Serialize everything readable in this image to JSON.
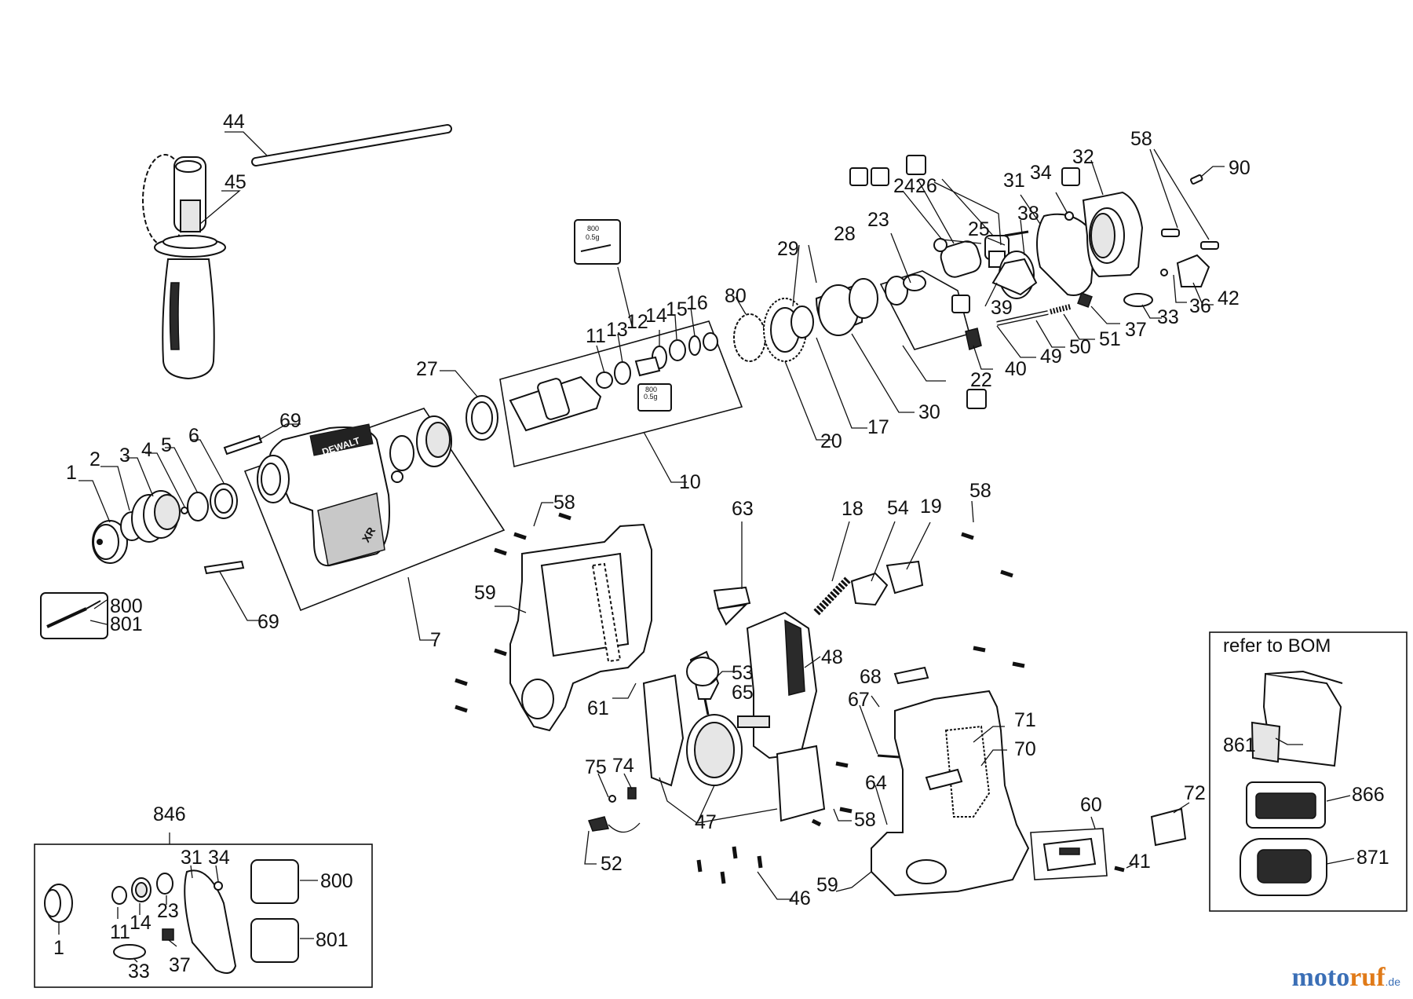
{
  "labels": [
    {
      "id": "44",
      "text": "44"
    },
    {
      "id": "45",
      "text": "45"
    },
    {
      "id": "1",
      "text": "1"
    },
    {
      "id": "2",
      "text": "2"
    },
    {
      "id": "3",
      "text": "3"
    },
    {
      "id": "4",
      "text": "4"
    },
    {
      "id": "5",
      "text": "5"
    },
    {
      "id": "6",
      "text": "6"
    },
    {
      "id": "69a",
      "text": "69"
    },
    {
      "id": "69b",
      "text": "69"
    },
    {
      "id": "7",
      "text": "7"
    },
    {
      "id": "27",
      "text": "27"
    },
    {
      "id": "10",
      "text": "10"
    },
    {
      "id": "11",
      "text": "11"
    },
    {
      "id": "13",
      "text": "13"
    },
    {
      "id": "12",
      "text": "12"
    },
    {
      "id": "14",
      "text": "14"
    },
    {
      "id": "15",
      "text": "15"
    },
    {
      "id": "16",
      "text": "16"
    },
    {
      "id": "80",
      "text": "80"
    },
    {
      "id": "29",
      "text": "29"
    },
    {
      "id": "28",
      "text": "28"
    },
    {
      "id": "20",
      "text": "20"
    },
    {
      "id": "17",
      "text": "17"
    },
    {
      "id": "30",
      "text": "30"
    },
    {
      "id": "23",
      "text": "23"
    },
    {
      "id": "24",
      "text": "24"
    },
    {
      "id": "26",
      "text": "26"
    },
    {
      "id": "25",
      "text": "25"
    },
    {
      "id": "22",
      "text": "22"
    },
    {
      "id": "31",
      "text": "31"
    },
    {
      "id": "34",
      "text": "34"
    },
    {
      "id": "32",
      "text": "32"
    },
    {
      "id": "38",
      "text": "38"
    },
    {
      "id": "39",
      "text": "39"
    },
    {
      "id": "40",
      "text": "40"
    },
    {
      "id": "49",
      "text": "49"
    },
    {
      "id": "50",
      "text": "50"
    },
    {
      "id": "51",
      "text": "51"
    },
    {
      "id": "37",
      "text": "37"
    },
    {
      "id": "33",
      "text": "33"
    },
    {
      "id": "36",
      "text": "36"
    },
    {
      "id": "42",
      "text": "42"
    },
    {
      "id": "58a",
      "text": "58"
    },
    {
      "id": "90",
      "text": "90"
    },
    {
      "id": "800a",
      "text": "800"
    },
    {
      "id": "801a",
      "text": "801"
    },
    {
      "id": "58b",
      "text": "58"
    },
    {
      "id": "59a",
      "text": "59"
    },
    {
      "id": "61",
      "text": "61"
    },
    {
      "id": "63",
      "text": "63"
    },
    {
      "id": "18",
      "text": "18"
    },
    {
      "id": "54",
      "text": "54"
    },
    {
      "id": "19",
      "text": "19"
    },
    {
      "id": "58c",
      "text": "58"
    },
    {
      "id": "53",
      "text": "53"
    },
    {
      "id": "48",
      "text": "48"
    },
    {
      "id": "65",
      "text": "65"
    },
    {
      "id": "68",
      "text": "68"
    },
    {
      "id": "67",
      "text": "67"
    },
    {
      "id": "71",
      "text": "71"
    },
    {
      "id": "70",
      "text": "70"
    },
    {
      "id": "64",
      "text": "64"
    },
    {
      "id": "75",
      "text": "75"
    },
    {
      "id": "74",
      "text": "74"
    },
    {
      "id": "47",
      "text": "47"
    },
    {
      "id": "58d",
      "text": "58"
    },
    {
      "id": "52",
      "text": "52"
    },
    {
      "id": "46",
      "text": "46"
    },
    {
      "id": "59b",
      "text": "59"
    },
    {
      "id": "60",
      "text": "60"
    },
    {
      "id": "41",
      "text": "41"
    },
    {
      "id": "72",
      "text": "72"
    },
    {
      "id": "846",
      "text": "846"
    },
    {
      "id": "k31",
      "text": "31"
    },
    {
      "id": "k34",
      "text": "34"
    },
    {
      "id": "k23",
      "text": "23"
    },
    {
      "id": "k11",
      "text": "11"
    },
    {
      "id": "k14",
      "text": "14"
    },
    {
      "id": "k1",
      "text": "1"
    },
    {
      "id": "k33",
      "text": "33"
    },
    {
      "id": "k37",
      "text": "37"
    },
    {
      "id": "k800",
      "text": "800"
    },
    {
      "id": "k801",
      "text": "801"
    },
    {
      "id": "861",
      "text": "861"
    },
    {
      "id": "866",
      "text": "866"
    },
    {
      "id": "871",
      "text": "871"
    }
  ],
  "grease_tag": {
    "qty": "800",
    "amount": "0.5g"
  },
  "bom_box": {
    "title": "refer to BOM"
  },
  "logo": {
    "main_a": "moto",
    "main_b": "ruf",
    "suffix": ".de"
  },
  "brand": {
    "housing_text": "DEWALT",
    "housing_badge": "XR"
  }
}
